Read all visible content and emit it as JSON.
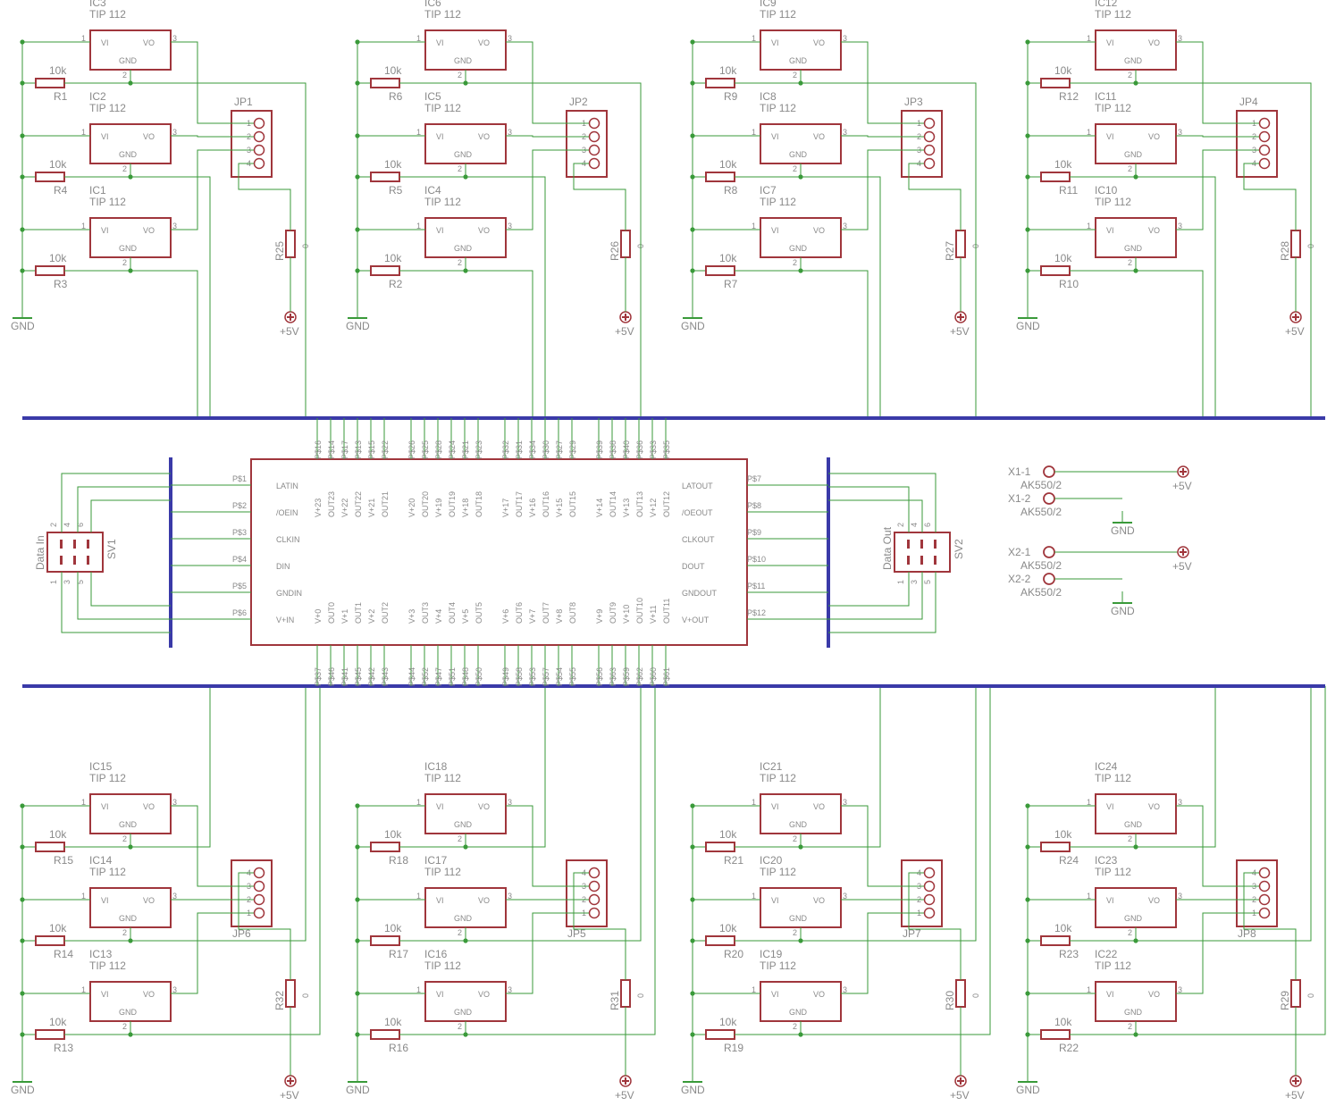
{
  "colors": {
    "symbol": "#a0363c",
    "wire": "#3a9a3a",
    "bus": "#3a3aa8",
    "label": "#8a8a8a",
    "background": "#ffffff"
  },
  "regulator": {
    "value": "TIP 112",
    "pin_vi": "VI",
    "pin_vo": "VO",
    "pin_gnd": "GND",
    "pin1": "1",
    "pin2": "2",
    "pin3": "3"
  },
  "resistor_value": "10k",
  "pot_value": "0",
  "gnd_label": "GND",
  "vcc_label": "+5V",
  "groups": [
    {
      "ics": [
        "IC3",
        "IC2",
        "IC1"
      ],
      "rs": [
        "R1",
        "R4",
        "R3"
      ],
      "jp": "JP1",
      "pot": "R25"
    },
    {
      "ics": [
        "IC6",
        "IC5",
        "IC4"
      ],
      "rs": [
        "R6",
        "R5",
        "R2"
      ],
      "jp": "JP2",
      "pot": "R26"
    },
    {
      "ics": [
        "IC9",
        "IC8",
        "IC7"
      ],
      "rs": [
        "R9",
        "R8",
        "R7"
      ],
      "jp": "JP3",
      "pot": "R27"
    },
    {
      "ics": [
        "IC12",
        "IC11",
        "IC10"
      ],
      "rs": [
        "R12",
        "R11",
        "R10"
      ],
      "jp": "JP4",
      "pot": "R28"
    },
    {
      "ics": [
        "IC15",
        "IC14",
        "IC13"
      ],
      "rs": [
        "R15",
        "R14",
        "R13"
      ],
      "jp": "JP6",
      "pot": "R32"
    },
    {
      "ics": [
        "IC18",
        "IC17",
        "IC16"
      ],
      "rs": [
        "R18",
        "R17",
        "R16"
      ],
      "jp": "JP5",
      "pot": "R31"
    },
    {
      "ics": [
        "IC21",
        "IC20",
        "IC19"
      ],
      "rs": [
        "R21",
        "R20",
        "R19"
      ],
      "jp": "JP7",
      "pot": "R30"
    },
    {
      "ics": [
        "IC24",
        "IC23",
        "IC22"
      ],
      "rs": [
        "R24",
        "R23",
        "R22"
      ],
      "jp": "JP8",
      "pot": "R29"
    }
  ],
  "jumper_pins_top": [
    "1",
    "2",
    "3",
    "4"
  ],
  "jumper_pins_bottom": [
    "4",
    "3",
    "2",
    "1"
  ],
  "main_ic": {
    "top_pads": [
      "P$16",
      "P$14",
      "P$17",
      "P$13",
      "P$15",
      "P$22",
      "P$26",
      "P$25",
      "P$28",
      "P$24",
      "P$21",
      "P$23",
      "P$32",
      "P$31",
      "P$34",
      "P$30",
      "P$27",
      "P$29",
      "P$39",
      "P$38",
      "P$40",
      "P$36",
      "P$33",
      "P$35"
    ],
    "top_pins": [
      "V+23",
      "OUT23",
      "V+22",
      "OUT22",
      "V+21",
      "OUT21",
      "V+20",
      "OUT20",
      "V+19",
      "OUT19",
      "V+18",
      "OUT18",
      "V+17",
      "OUT17",
      "V+16",
      "OUT16",
      "V+15",
      "OUT15",
      "V+14",
      "OUT14",
      "V+13",
      "OUT13",
      "V+12",
      "OUT12"
    ],
    "bottom_pads": [
      "P$37",
      "P$46",
      "P$41",
      "P$45",
      "P$42",
      "P$43",
      "P$44",
      "P$52",
      "P$47",
      "P$51",
      "P$48",
      "P$50",
      "P$49",
      "P$58",
      "P$53",
      "P$57",
      "P$54",
      "P$55",
      "P$56",
      "P$63",
      "P$59",
      "P$62",
      "P$60",
      "P$61"
    ],
    "bottom_pins": [
      "V+0",
      "OUT0",
      "V+1",
      "OUT1",
      "V+2",
      "OUT2",
      "V+3",
      "OUT3",
      "V+4",
      "OUT4",
      "V+5",
      "OUT5",
      "V+6",
      "OUT6",
      "V+7",
      "OUT7",
      "V+8",
      "OUT8",
      "V+9",
      "OUT9",
      "V+10",
      "OUT10",
      "V+11",
      "OUT11"
    ],
    "left_pads": [
      "P$1",
      "P$2",
      "P$3",
      "P$4",
      "P$5",
      "P$6"
    ],
    "left_pins": [
      "LATIN",
      "/OEIN",
      "CLKIN",
      "DIN",
      "GNDIN",
      "V+IN"
    ],
    "right_pads": [
      "P$7",
      "P$8",
      "P$9",
      "P$10",
      "P$11",
      "P$12"
    ],
    "right_pins": [
      "LATOUT",
      "/OEOUT",
      "CLKOUT",
      "DOUT",
      "GNDOUT",
      "V+OUT"
    ]
  },
  "sv1": {
    "name": "SV1",
    "label": "Data In",
    "top_pins": [
      "2",
      "4",
      "6"
    ],
    "bottom_pins": [
      "1",
      "3",
      "5"
    ]
  },
  "sv2": {
    "name": "SV2",
    "label": "Data Out",
    "top_pins": [
      "2",
      "4",
      "6"
    ],
    "bottom_pins": [
      "1",
      "3",
      "5"
    ]
  },
  "terminals": [
    {
      "name": "X1-1",
      "value": "AK550/2"
    },
    {
      "name": "X1-2",
      "value": "AK550/2"
    },
    {
      "name": "X2-1",
      "value": "AK550/2"
    },
    {
      "name": "X2-2",
      "value": "AK550/2"
    }
  ]
}
